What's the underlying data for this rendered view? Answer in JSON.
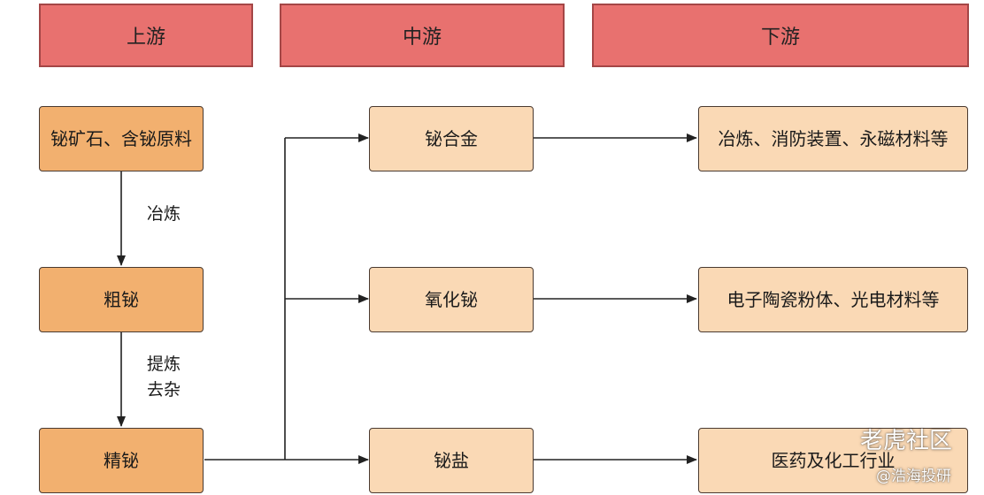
{
  "headers": {
    "upstream": "上游",
    "midstream": "中游",
    "downstream": "下游"
  },
  "upstream": {
    "ore": "铋矿石、含铋原料",
    "crude": "粗铋",
    "refined": "精铋",
    "step1": "冶炼",
    "step2": "提炼去杂"
  },
  "midstream": {
    "alloy": "铋合金",
    "oxide": "氧化铋",
    "salt": "铋盐"
  },
  "downstream": {
    "alloy_use": "冶炼、消防装置、永磁材料等",
    "oxide_use": "电子陶瓷粉体、光电材料等",
    "salt_use": "医药及化工行业"
  },
  "watermark": {
    "main": "老虎社区",
    "sub": "@浩海投研"
  },
  "colors": {
    "header": "#e8716f",
    "upstream_box": "#f2b06f",
    "mid_down_box": "#fad9b5"
  }
}
